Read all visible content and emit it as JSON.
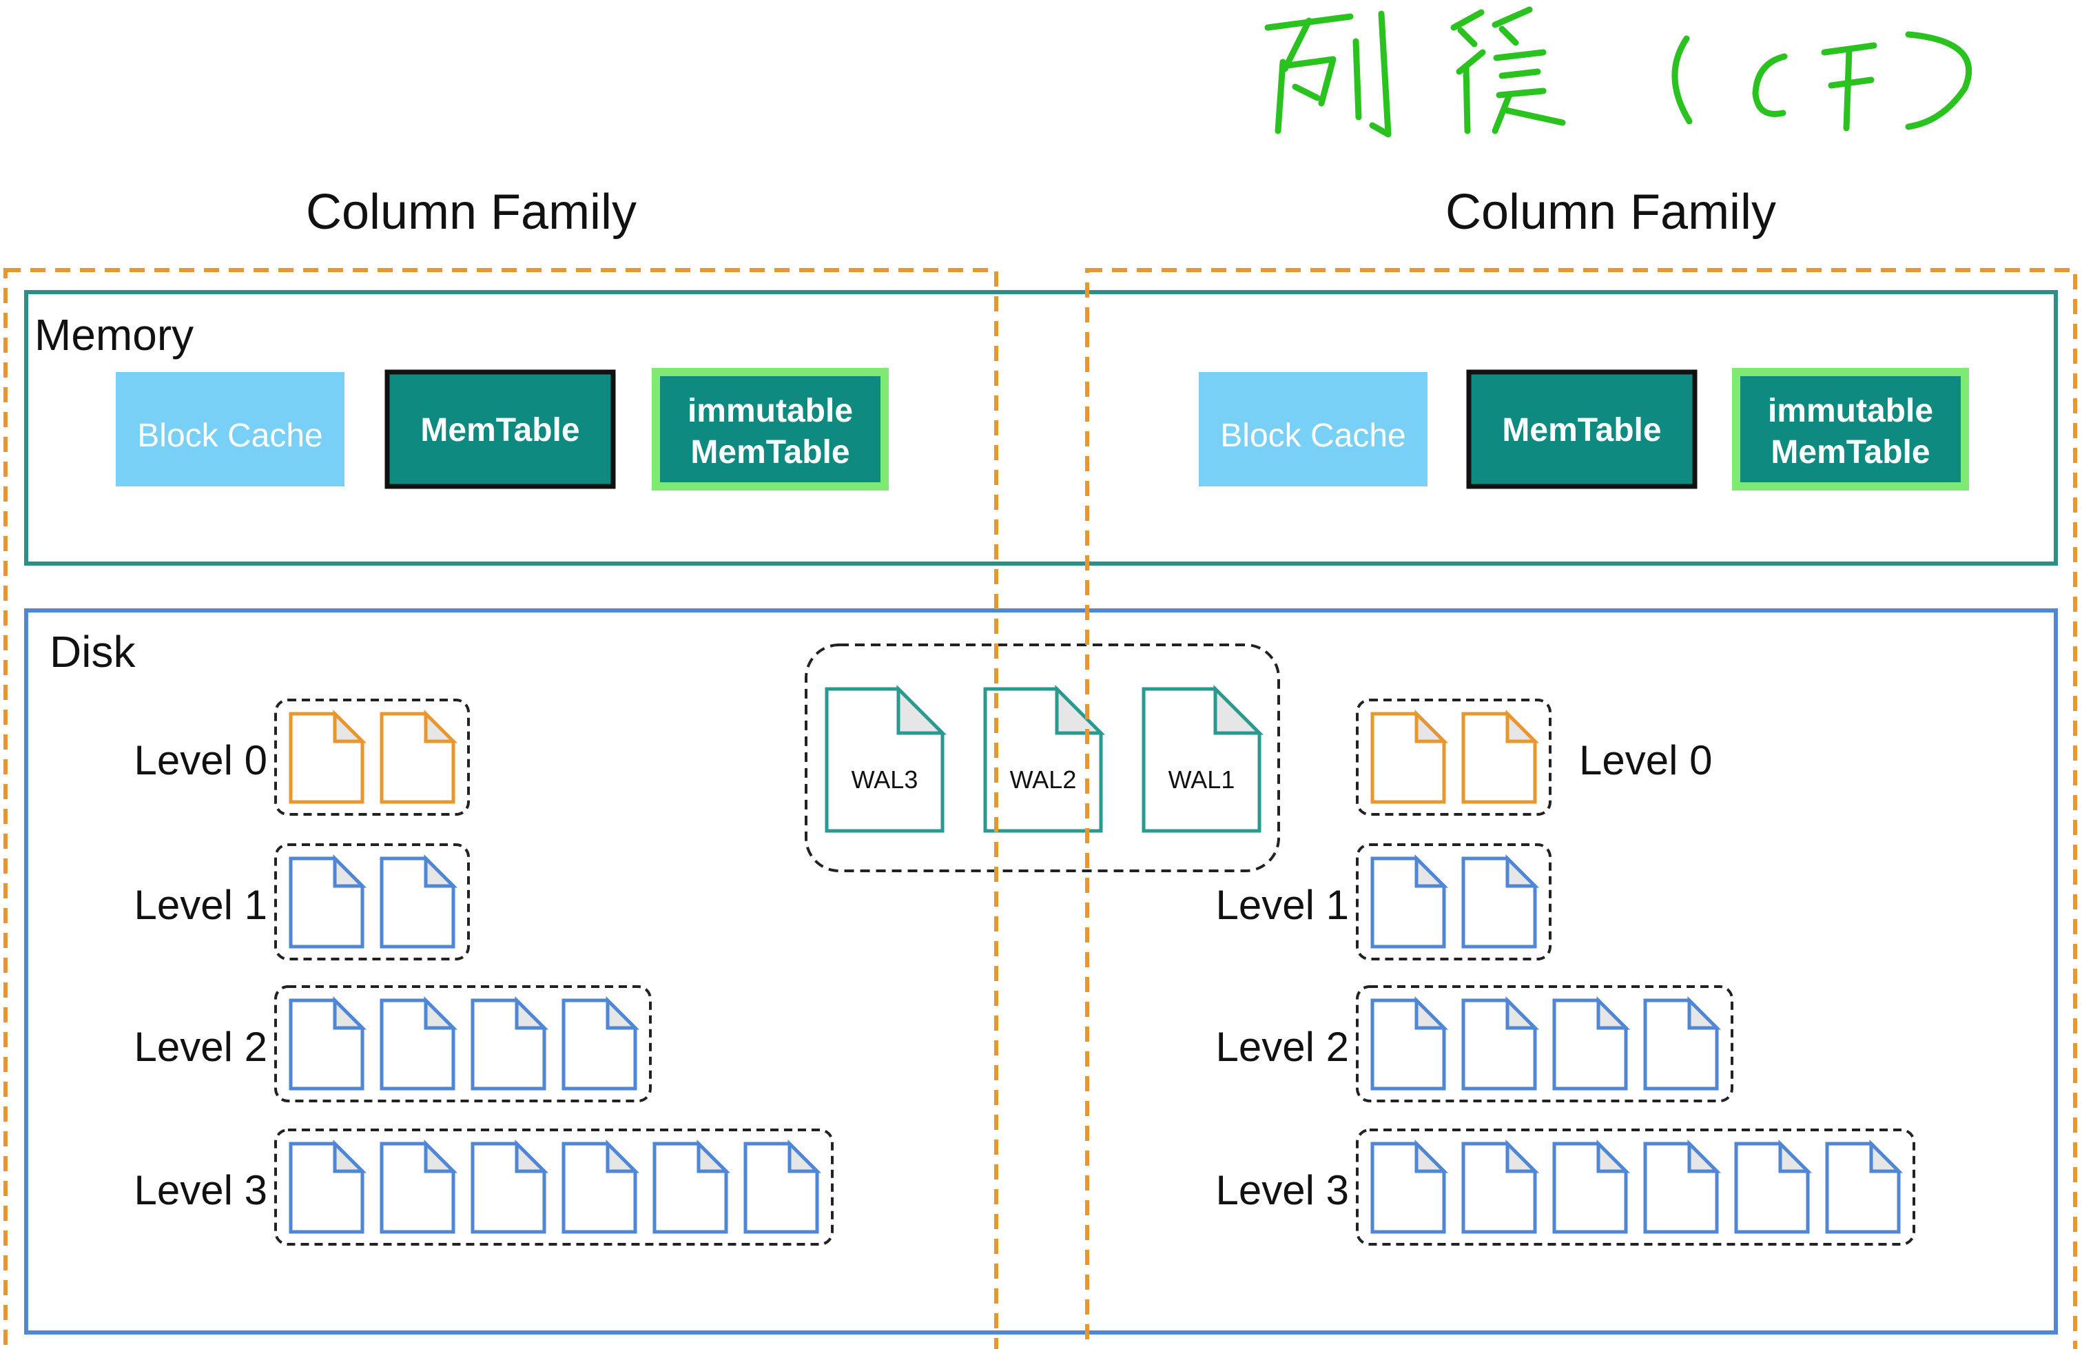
{
  "annotation": {
    "text": "列簇 (CF)"
  },
  "families": [
    {
      "title": "Column Family",
      "memory": {
        "label": "Memory",
        "block_cache": "Block Cache",
        "memtable": "MemTable",
        "immutable_line1": "immutable",
        "immutable_line2": "MemTable"
      },
      "levels": [
        {
          "label": "Level 0",
          "files": 2,
          "kind": "l0"
        },
        {
          "label": "Level 1",
          "files": 2,
          "kind": "ln"
        },
        {
          "label": "Level 2",
          "files": 4,
          "kind": "ln"
        },
        {
          "label": "Level 3",
          "files": 6,
          "kind": "ln"
        }
      ]
    },
    {
      "title": "Column Family",
      "memory": {
        "block_cache": "Block Cache",
        "memtable": "MemTable",
        "immutable_line1": "immutable",
        "immutable_line2": "MemTable"
      },
      "levels": [
        {
          "label": "Level 0",
          "files": 2,
          "kind": "l0"
        },
        {
          "label": "Level 1",
          "files": 2,
          "kind": "ln"
        },
        {
          "label": "Level 2",
          "files": 4,
          "kind": "ln"
        },
        {
          "label": "Level 3",
          "files": 6,
          "kind": "ln"
        }
      ]
    }
  ],
  "disk": {
    "label": "Disk"
  },
  "wal": {
    "files": [
      "WAL3",
      "WAL2",
      "WAL1"
    ]
  },
  "colors": {
    "family_dash": "#e8962e",
    "memory_border": "#2a8f87",
    "disk_border": "#4f86d6",
    "block_cache": "#78d0f7",
    "memtable": "#0e8a80",
    "memtable_border": "#111111",
    "immutable_border": "#7fea73",
    "level0_file": "#e8962e",
    "level_file": "#4f86d6",
    "wal_file": "#2a9990",
    "file_fold": "#e6e6e6",
    "annotation": "#29c21f"
  }
}
